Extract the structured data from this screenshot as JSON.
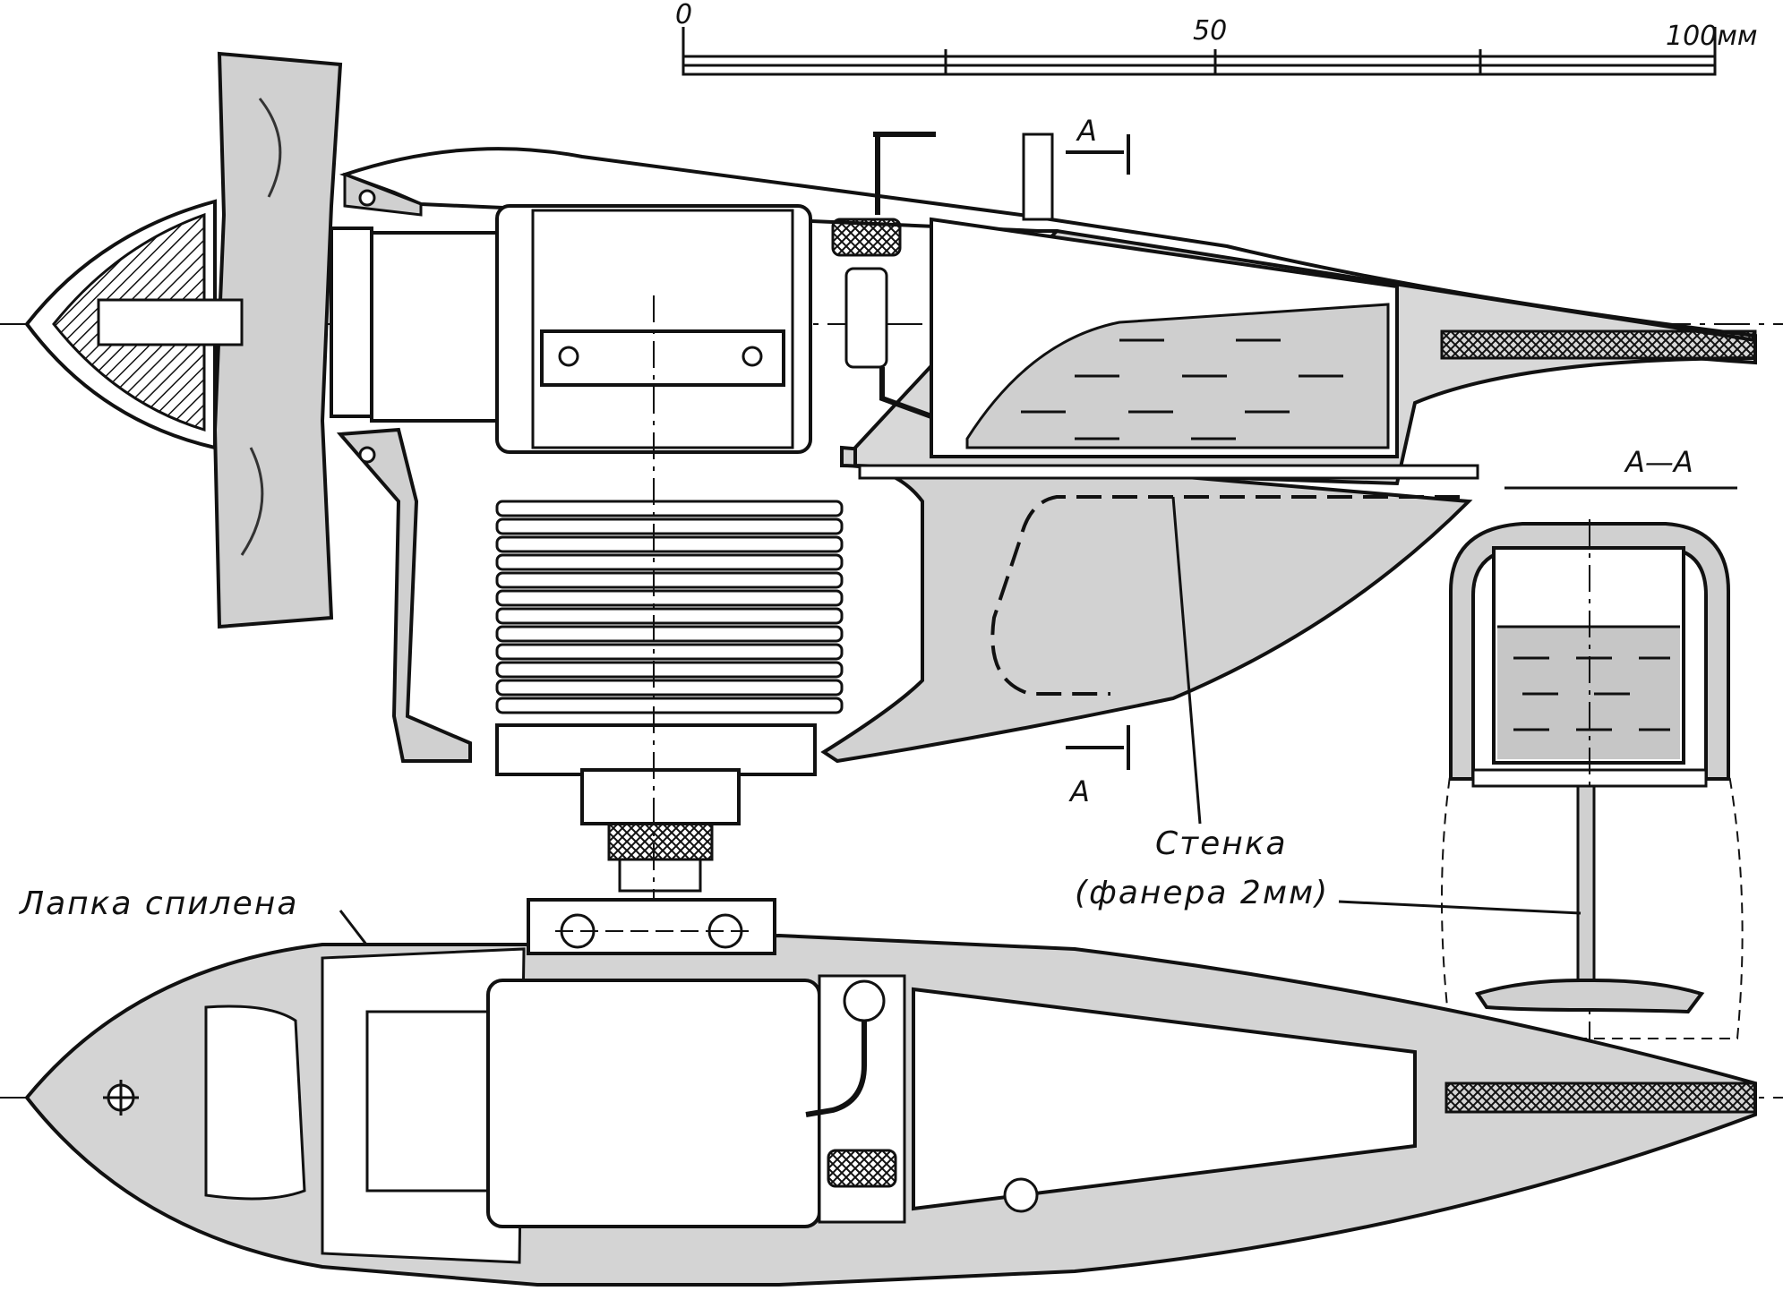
{
  "scale_bar": {
    "tick_0": "0",
    "tick_50": "50",
    "tick_100": "100мм"
  },
  "section": {
    "mark_top": "А",
    "mark_bottom": "А",
    "title": "А—А"
  },
  "labels": {
    "wall_line1": "Стенка",
    "wall_line2": "(фанера 2мм)",
    "paw": "Лапка спилена"
  },
  "colors": {
    "ink": "#111111",
    "wood": "#c9c9c9",
    "fuel": "#bdbdbd",
    "paper": "#ffffff"
  }
}
